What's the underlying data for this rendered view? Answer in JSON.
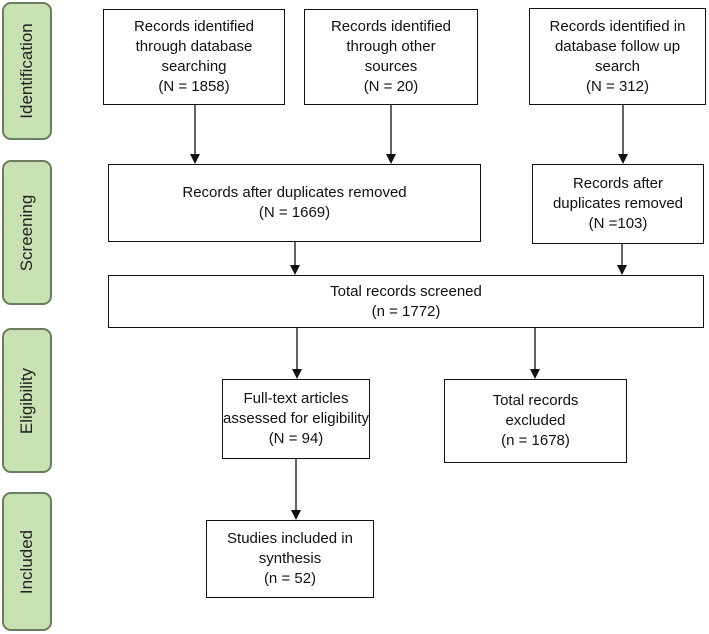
{
  "phases": [
    {
      "id": "identification",
      "label": "Identification"
    },
    {
      "id": "screening",
      "label": "Screening"
    },
    {
      "id": "eligibility",
      "label": "Eligibility"
    },
    {
      "id": "included",
      "label": "Included"
    }
  ],
  "boxes": {
    "db_search": [
      "Records identified",
      "through database",
      "searching",
      "(N = 1858)"
    ],
    "other_sources": [
      "Records identified",
      "through other",
      "sources",
      "(N = 20)"
    ],
    "follow_up": [
      "Records identified in",
      "database follow up",
      "search",
      "(N = 312)"
    ],
    "dedup_main": [
      "Records after duplicates removed",
      "(N = 1669)"
    ],
    "dedup_followup": [
      "Records after",
      "duplicates removed",
      "(N =103)"
    ],
    "total_screened": [
      "Total records screened",
      "(n = 1772)"
    ],
    "full_text": [
      "Full-text articles",
      "assessed for eligibility",
      "(N = 94)"
    ],
    "excluded": [
      "Total records",
      "excluded",
      "(n = 1678)"
    ],
    "included": [
      "Studies included in",
      "synthesis",
      "(n = 52)"
    ]
  }
}
